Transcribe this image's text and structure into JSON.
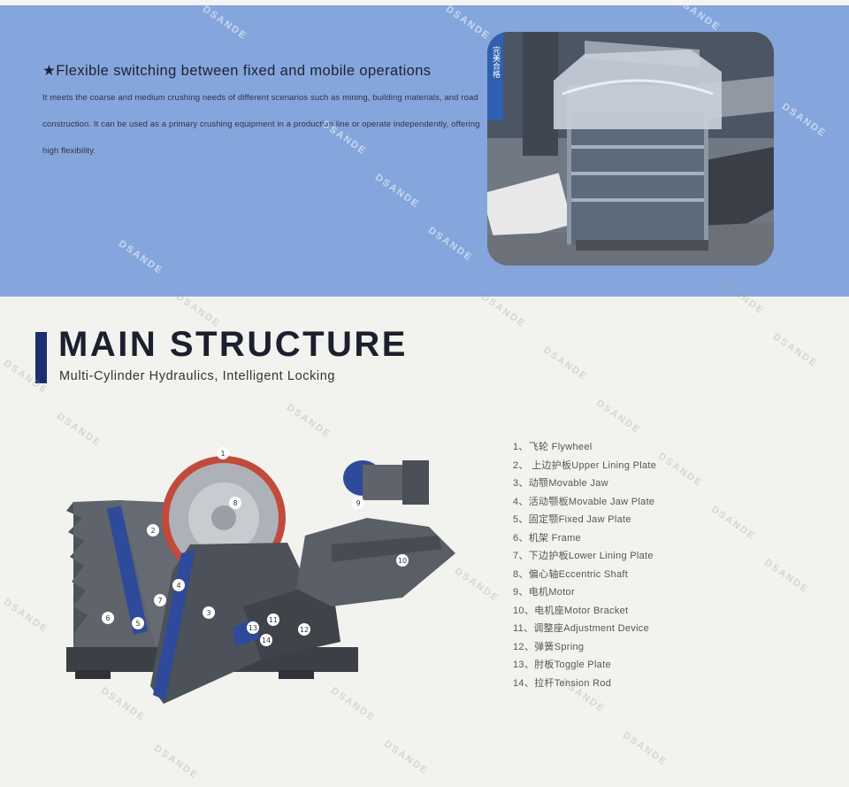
{
  "feature": {
    "title": "★Flexible switching between fixed and mobile operations",
    "description": "It meets the coarse and medium crushing needs of different scenarios such as mining, building materials, and road construction. It can be used as a primary crushing equipment in a production line or operate independently, offering high flexibility.",
    "photo_sign": "完美合格"
  },
  "structure": {
    "title": "MAIN STRUCTURE",
    "subtitle": "Multi-Cylinder Hydraulics, Intelligent Locking",
    "parts": [
      "1、飞轮 Flywheel",
      "2、 上边护板Upper Lining Plate",
      "3、动颚Movable Jaw",
      "4、活动颚板Movable Jaw Plate",
      "5、固定颚Fixed Jaw Plate",
      "6、机架 Frame",
      "7、下边护板Lower Lining Plate",
      "8、偏心轴Eccentric Shaft",
      "9、电机Motor",
      "10、电机座Motor Bracket",
      "11、调整座Adjustment Device",
      "12、弹簧Spring",
      "13、肘板Toggle Plate",
      "14、拉杆Tension Rod"
    ],
    "callouts": [
      "1",
      "2",
      "3",
      "4",
      "5",
      "6",
      "7",
      "8",
      "9",
      "10",
      "11",
      "12",
      "13",
      "14"
    ]
  },
  "watermark": "DSANDE",
  "colors": {
    "feature_bg": "#85a6dc",
    "structure_bg": "#f2f2ee",
    "accent_bar": "#1b2f6e",
    "jaw_plate_blue": "#2e4a9a",
    "flywheel_red": "#c24a3a",
    "machine_gray": "#5a5e66"
  }
}
